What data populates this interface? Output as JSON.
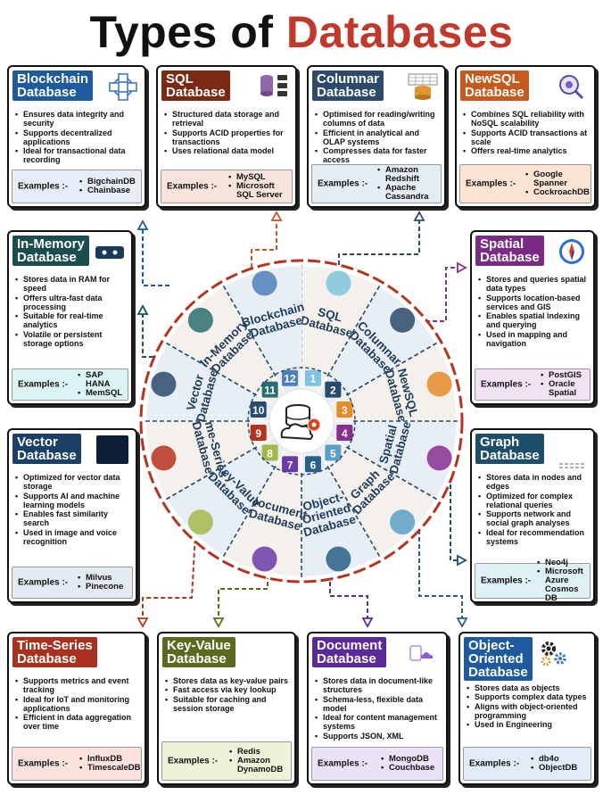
{
  "title": {
    "part1": "Types of",
    "part2": "Databases"
  },
  "examples_label": "Examples :-",
  "cards": [
    {
      "key": "blockchain",
      "title_line1": "Blockchain",
      "title_line2": "Database",
      "color": "#1f5a9e",
      "ex_bg": "#e6edf8",
      "bullets": [
        "Ensures data integrity and security",
        "Supports decentralized applications",
        "Ideal for transactional data recording"
      ],
      "examples": [
        "BigchainDB",
        "Chainbase"
      ]
    },
    {
      "key": "sql",
      "title_line1": "SQL",
      "title_line2": "Database",
      "color": "#7a2a12",
      "ex_bg": "#f8e4da",
      "bullets": [
        "Structured data storage and retrieval",
        "Supports ACID properties for transactions",
        "Uses relational data model"
      ],
      "examples": [
        "MySQL",
        "Microsoft SQL Server"
      ]
    },
    {
      "key": "columnar",
      "title_line1": "Columnar",
      "title_line2": "Database",
      "color": "#2e4a6a",
      "ex_bg": "#e4ecf4",
      "bullets": [
        "Optimised for reading/writing columns of data",
        "Efficient in analytical and OLAP systems",
        "Compresses data for faster access"
      ],
      "examples": [
        "Amazon Redshift",
        "Apache Cassandra"
      ]
    },
    {
      "key": "newsql",
      "title_line1": "NewSQL",
      "title_line2": "Database",
      "color": "#c65a1c",
      "ex_bg": "#fbe4d4",
      "bullets": [
        "Combines SQL reliability with NoSQL scalability",
        "Supports ACID transactions at scale",
        "Offers real-time analytics"
      ],
      "examples": [
        "Google Spanner",
        "CockroachDB"
      ]
    },
    {
      "key": "inmemory",
      "title_line1": "In-Memory",
      "title_line2": "Database",
      "color": "#1b4d4f",
      "ex_bg": "#dcf3f4",
      "bullets": [
        "Stores data in RAM for speed",
        "Offers ultra-fast data processing",
        "Suitable for real-time analytics",
        "Volatile or persistent storage options"
      ],
      "examples": [
        "SAP HANA",
        "MemSQL"
      ]
    },
    {
      "key": "spatial",
      "title_line1": "Spatial",
      "title_line2": "Database",
      "color": "#7b2a86",
      "ex_bg": "#f1e2f4",
      "bullets": [
        "Stores and queries spatial data types",
        "Supports location-based services and GIS",
        "Enables spatial indexing and querying",
        "Used in mapping and navigation"
      ],
      "examples": [
        "PostGIS",
        "Oracle Spatial"
      ]
    },
    {
      "key": "vector",
      "title_line1": "Vector",
      "title_line2": "Database",
      "color": "#1b3f66",
      "ex_bg": "#e4eaf2",
      "bullets": [
        "Optimized for vector data storage",
        "Supports AI and machine learning models",
        "Enables fast similarity search",
        "Used in image and voice recognition"
      ],
      "examples": [
        "Milvus",
        "Pinecone"
      ]
    },
    {
      "key": "graph",
      "title_line1": "Graph",
      "title_line2": "Database",
      "color": "#1d4f6a",
      "ex_bg": "#dff0f6",
      "bullets": [
        "Stores data in nodes and edges",
        "Optimized for complex relational queries",
        "Supports network and social graph analyses",
        "Ideal for recommendation systems"
      ],
      "examples": [
        "Neo4j",
        "Microsoft Azure Cosmos DB"
      ]
    },
    {
      "key": "timeseries",
      "title_line1": "Time-Series",
      "title_line2": "Database",
      "color": "#a8321f",
      "ex_bg": "#fbe2dc",
      "bullets": [
        "Supports metrics and event tracking",
        "Ideal for IoT and monitoring applications",
        "Efficient in data aggregation over time"
      ],
      "examples": [
        "InfluxDB",
        "TimescaleDB"
      ]
    },
    {
      "key": "keyvalue",
      "title_line1": "Key-Value",
      "title_line2": "Database",
      "color": "#5a6b1f",
      "ex_bg": "#eef2d6",
      "bullets": [
        "Stores data as key-value pairs",
        "Fast access via key lookup",
        "Suitable for caching and session storage"
      ],
      "examples": [
        "Redis",
        "Amazon DynamoDB"
      ]
    },
    {
      "key": "document",
      "title_line1": "Document",
      "title_line2": "Database",
      "color": "#5a2a9a",
      "ex_bg": "#ece2f8",
      "bullets": [
        "Stores data in document-like structures",
        "Schema-less, flexible data model",
        "Ideal for content management systems",
        "Supports JSON, XML"
      ],
      "examples": [
        "MongoDB",
        "Couchbase"
      ]
    },
    {
      "key": "objectoriented",
      "title_line1": "Object-",
      "title_line2": "Oriented",
      "title_line3": "Database",
      "color": "#1f5a9e",
      "ex_bg": "#e2ecf8",
      "bullets": [
        "Stores data as objects",
        "Supports complex data types",
        "Aligns with object-oriented programming",
        "Used in Engineering"
      ],
      "examples": [
        "db4o",
        "ObjectDB"
      ]
    }
  ],
  "wheel": {
    "segments": [
      {
        "num": "1",
        "line1": "SQL",
        "line2": "Database"
      },
      {
        "num": "2",
        "line1": "Columnar",
        "line2": "Database"
      },
      {
        "num": "3",
        "line1": "NewSQL",
        "line2": "Database"
      },
      {
        "num": "4",
        "line1": "Spatial",
        "line2": "Database"
      },
      {
        "num": "5",
        "line1": "Graph",
        "line2": "Database"
      },
      {
        "num": "6",
        "line1": "Object-",
        "line2": "Oriented",
        "line3": "Database"
      },
      {
        "num": "7",
        "line1": "Document",
        "line2": "Database"
      },
      {
        "num": "8",
        "line1": "Key-Value",
        "line2": "Database"
      },
      {
        "num": "9",
        "line1": "Time-Series",
        "line2": "Database"
      },
      {
        "num": "10",
        "line1": "Vector",
        "line2": "Database"
      },
      {
        "num": "11",
        "line1": "In-Memory",
        "line2": "Database"
      },
      {
        "num": "12",
        "line1": "Blockchain",
        "line2": "Database"
      }
    ],
    "ring_colors": [
      "#f4f0ec",
      "#e8eef5"
    ],
    "num_colors": [
      "#7fc4e0",
      "#2a4a6b",
      "#e58b2a",
      "#8a2f8f",
      "#5aa0c8",
      "#2a5f86",
      "#6a3aa8",
      "#a3b84a",
      "#b5341f",
      "#2a4a6b",
      "#2a6f6f",
      "#4f7fb8"
    ],
    "outer_color": "#b5341f",
    "center_icon": "database-cloud-gear-icon"
  }
}
